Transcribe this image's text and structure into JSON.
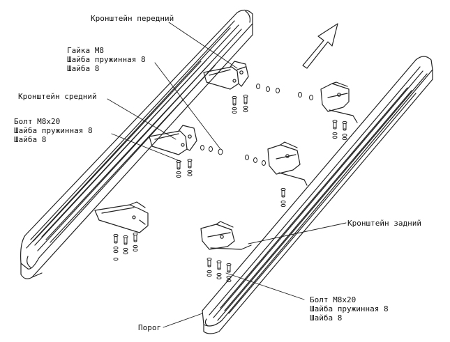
{
  "labels": {
    "bracket_front": "Кронштейн передний",
    "nut_group": [
      "Гайка M8",
      "Шайба пружинная 8",
      "Шайба 8"
    ],
    "bracket_middle": "Кронштейн средний",
    "bolt_group_left": [
      "Болт M8x20",
      "Шайба пружинная 8",
      "Шайба 8"
    ],
    "bracket_rear": "Кронштейн задний",
    "bolt_group_right": [
      "Болт M8x20",
      "Шайба пружинная 8",
      "Шайба 8"
    ],
    "sill": "Порог"
  },
  "colors": {
    "line": "#222222",
    "background": "#ffffff"
  }
}
